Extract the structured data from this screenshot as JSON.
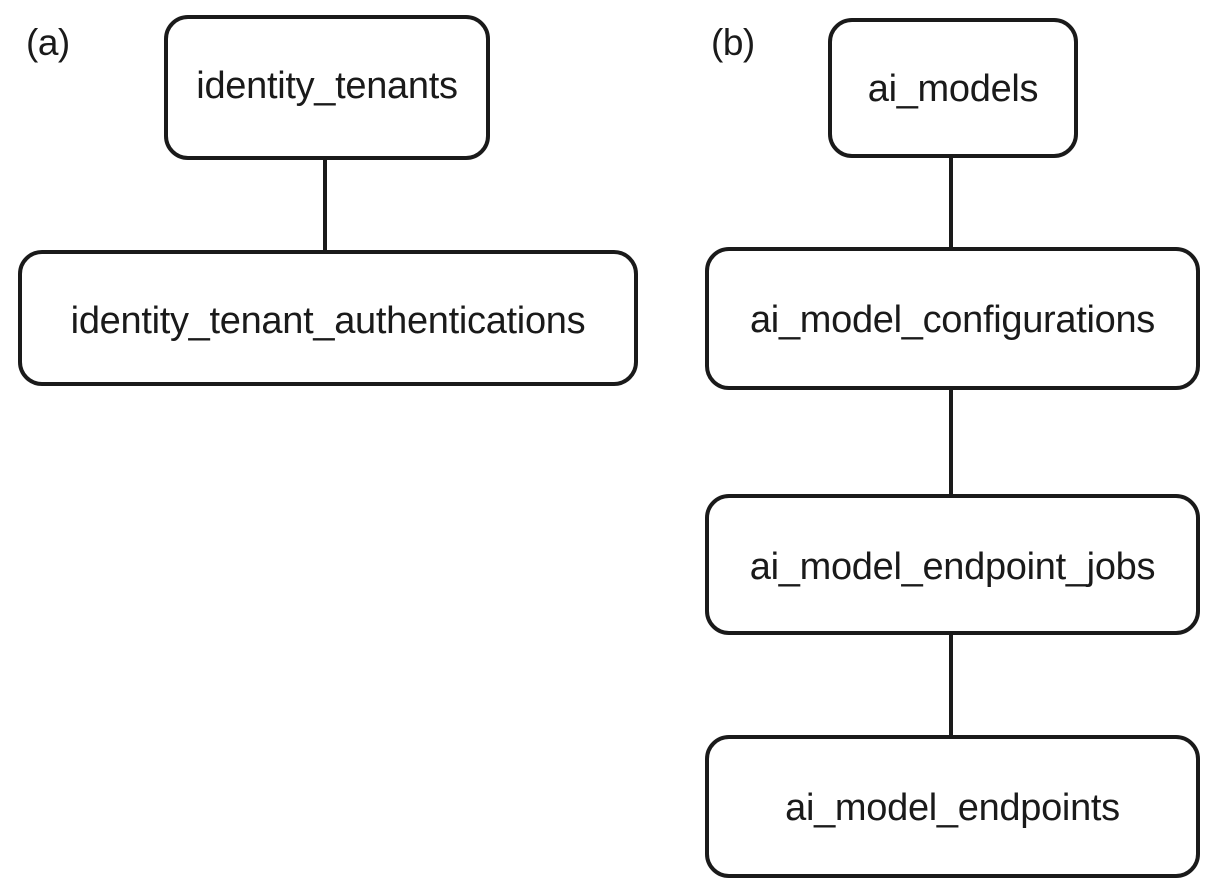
{
  "figure": {
    "background_color": "#ffffff",
    "stroke_color": "#1a1a1a",
    "text_color": "#1a1a1a"
  },
  "panels": [
    {
      "id": "a",
      "label": "(a)",
      "nodes": [
        {
          "id": "identity_tenants",
          "label": "identity_tenants"
        },
        {
          "id": "identity_tenant_authentications",
          "label": "identity_tenant_authentications"
        }
      ],
      "edges": [
        {
          "from": "identity_tenants",
          "to": "identity_tenant_authentications"
        }
      ]
    },
    {
      "id": "b",
      "label": "(b)",
      "nodes": [
        {
          "id": "ai_models",
          "label": "ai_models"
        },
        {
          "id": "ai_model_configurations",
          "label": "ai_model_configurations"
        },
        {
          "id": "ai_model_endpoint_jobs",
          "label": "ai_model_endpoint_jobs"
        },
        {
          "id": "ai_model_endpoints",
          "label": "ai_model_endpoints"
        }
      ],
      "edges": [
        {
          "from": "ai_models",
          "to": "ai_model_configurations"
        },
        {
          "from": "ai_model_configurations",
          "to": "ai_model_endpoint_jobs"
        },
        {
          "from": "ai_model_endpoint_jobs",
          "to": "ai_model_endpoints"
        }
      ]
    }
  ]
}
